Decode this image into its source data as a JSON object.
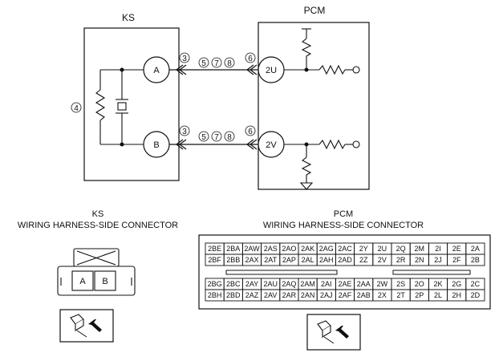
{
  "ks": {
    "label": "KS",
    "terminal_a": "A",
    "terminal_b": "B",
    "ref_left": "4",
    "connector_title_1": "KS",
    "connector_title_2": "WIRING HARNESS-SIDE CONNECTOR",
    "connector_pins": [
      "A",
      "B"
    ]
  },
  "pcm": {
    "label": "PCM",
    "terminal_top": "2U",
    "terminal_bottom": "2V",
    "connector_title_1": "PCM",
    "connector_title_2": "WIRING HARNESS-SIDE CONNECTOR",
    "grid_top": [
      [
        "2BE",
        "2BA",
        "2AW",
        "2AS",
        "2AO",
        "2AK",
        "2AG",
        "2AC",
        "2Y",
        "2U",
        "2Q",
        "2M",
        "2I",
        "2E",
        "2A"
      ],
      [
        "2BF",
        "2BB",
        "2AX",
        "2AT",
        "2AP",
        "2AL",
        "2AH",
        "2AD",
        "2Z",
        "2V",
        "2R",
        "2N",
        "2J",
        "2F",
        "2B"
      ]
    ],
    "grid_bottom": [
      [
        "2BG",
        "2BC",
        "2AY",
        "2AU",
        "2AQ",
        "2AM",
        "2AI",
        "2AE",
        "2AA",
        "2W",
        "2S",
        "2O",
        "2K",
        "2G",
        "2C"
      ],
      [
        "2BH",
        "2BD",
        "2AZ",
        "2AV",
        "2AR",
        "2AN",
        "2AJ",
        "2AF",
        "2AB",
        "2X",
        "2T",
        "2P",
        "2L",
        "2H",
        "2D"
      ]
    ]
  },
  "wire_refs": {
    "a": "3",
    "b": "5",
    "c": "7",
    "d": "8",
    "e": "6"
  }
}
